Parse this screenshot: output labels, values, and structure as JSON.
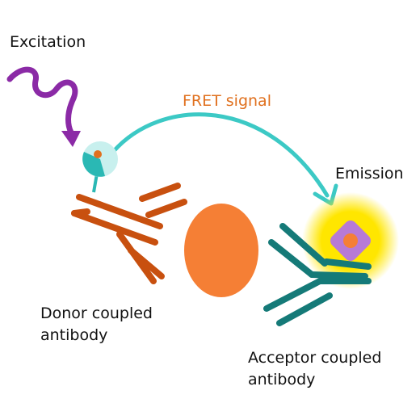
{
  "labels": {
    "excitation": "Excitation",
    "fret_signal": "FRET signal",
    "emission": "Emission",
    "donor": [
      "Donor coupled",
      "antibody"
    ],
    "acceptor": [
      "Acceptor coupled",
      "antibody"
    ]
  },
  "colors": {
    "excitation_wave": "#8b2aa6",
    "fret_arrow": "#3cc9c5",
    "fret_text": "#e0701e",
    "donor_antibody": "#c8500f",
    "acceptor_antibody": "#157a78",
    "antigen": "#f57f35",
    "donor_fluorophore": "#2ab8b4",
    "emission_glow": "#ffe600",
    "acceptor_fluorophore": "#b77ad6"
  }
}
